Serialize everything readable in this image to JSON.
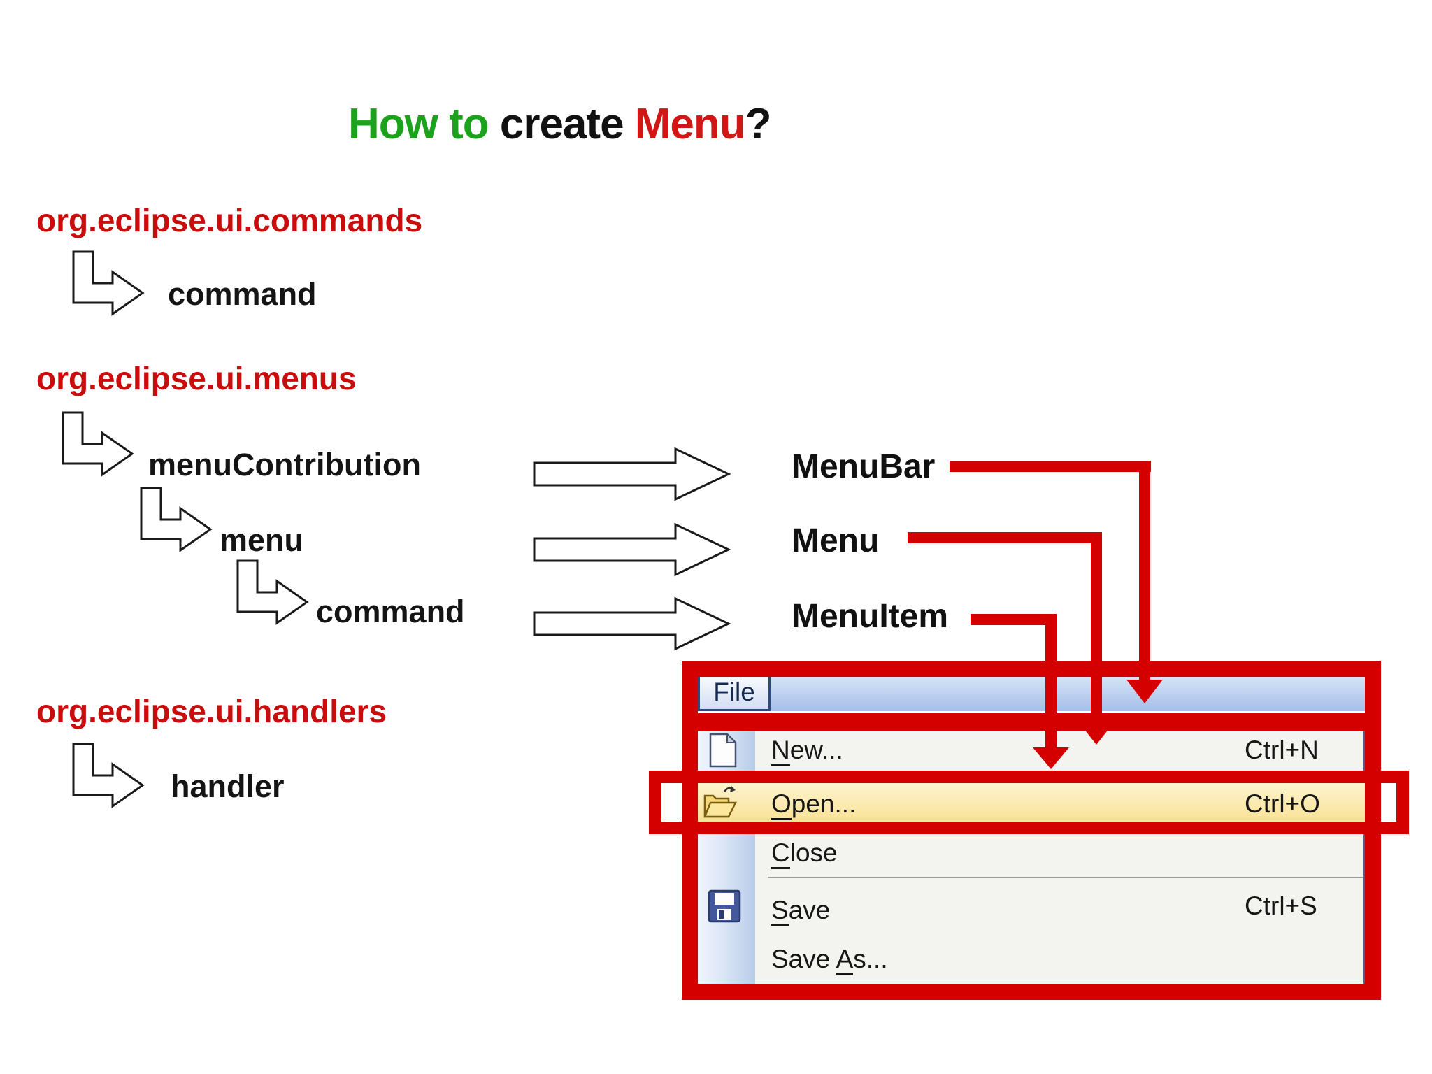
{
  "title": {
    "green": "How to ",
    "black": "create ",
    "red": "Menu",
    "tail": "?"
  },
  "sections": {
    "commands": {
      "heading": "org.eclipse.ui.commands",
      "child": "command"
    },
    "menus": {
      "heading": "org.eclipse.ui.menus",
      "level1": "menuContribution",
      "level2": "menu",
      "level3": "command"
    },
    "handlers": {
      "heading": "org.eclipse.ui.handlers",
      "child": "handler"
    }
  },
  "mapping": {
    "menubar": "MenuBar",
    "menu": "Menu",
    "menuitem": "MenuItem"
  },
  "screenshot": {
    "menubar_label": "File",
    "items": [
      {
        "pre": "",
        "key": "N",
        "post": "ew...",
        "shortcut": "Ctrl+N",
        "icon": "new-document-icon"
      },
      {
        "pre": "",
        "key": "O",
        "post": "pen...",
        "shortcut": "Ctrl+O",
        "icon": "open-folder-icon",
        "highlighted": true
      },
      {
        "pre": "",
        "key": "C",
        "post": "lose",
        "shortcut": ""
      },
      {
        "pre": "",
        "key": "S",
        "post": "ave",
        "shortcut": "Ctrl+S",
        "icon": "save-icon"
      },
      {
        "pre": "Save ",
        "key": "A",
        "post": "s...",
        "shortcut": ""
      }
    ]
  },
  "colors": {
    "annotation_red": "#d40000",
    "heading_red": "#c90d0d",
    "title_green": "#1ca21c",
    "menubar_blue": "#bcd0ef",
    "highlight_yellow": "#fbeab0"
  }
}
